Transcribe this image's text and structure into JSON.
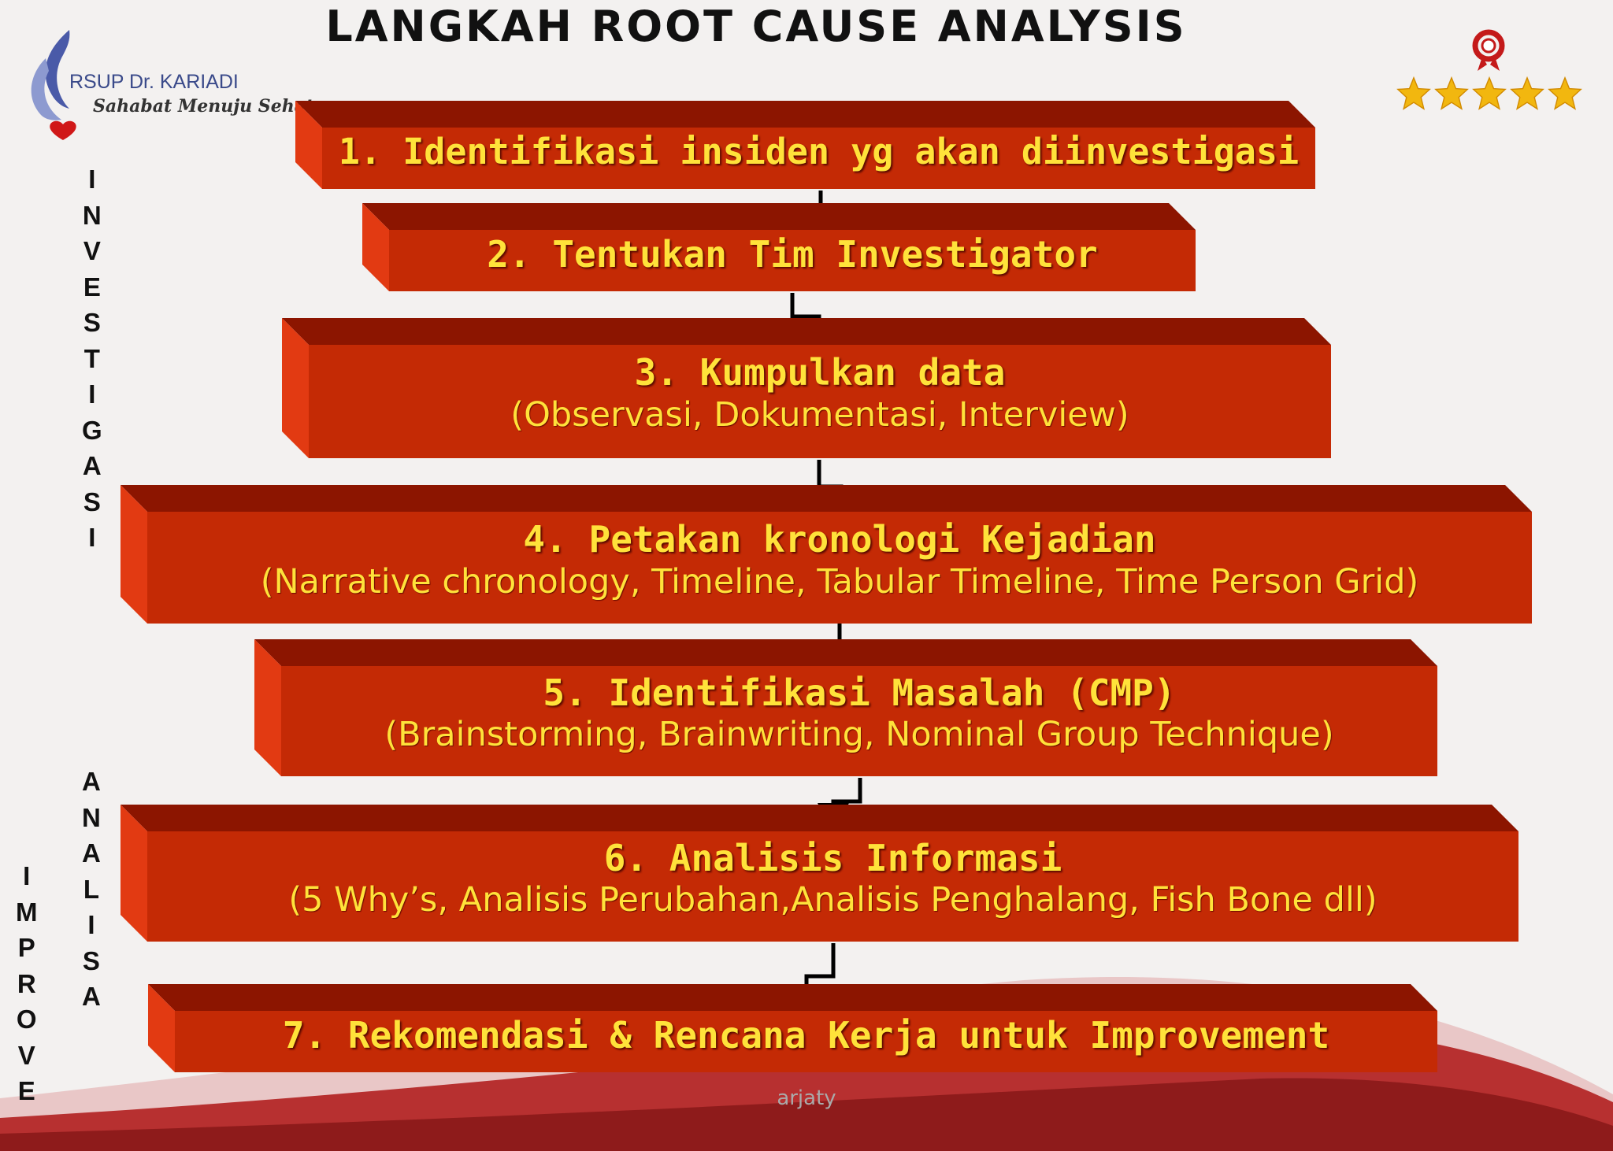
{
  "title": "LANGKAH  ROOT CAUSE ANALYSIS",
  "logo": {
    "name": "RSUP Dr. KARIADI",
    "tagline": "Sahabat Menuju Sehat"
  },
  "rating_stars": 5,
  "side_labels": {
    "investigasi": "INVESTIGASI",
    "analisa": "ANALISA",
    "improve": "IMPROVE"
  },
  "steps": [
    {
      "title": "1. Identifikasi insiden yg akan diinvestigasi",
      "subtitle": ""
    },
    {
      "title": "2. Tentukan Tim Investigator",
      "subtitle": ""
    },
    {
      "title": "3. Kumpulkan data",
      "subtitle": "(Observasi, Dokumentasi, Interview)"
    },
    {
      "title": "4. Petakan kronologi Kejadian",
      "subtitle": "(Narrative chronology, Timeline, Tabular Timeline,  Time Person Grid)"
    },
    {
      "title": "5. Identifikasi Masalah (CMP)",
      "subtitle": "(Brainstorming, Brainwriting, Nominal Group Technique)"
    },
    {
      "title": "6. Analisis Informasi",
      "subtitle": "(5 Why’s, Analisis Perubahan,Analisis Penghalang, Fish Bone dll)"
    },
    {
      "title": "7. Rekomendasi & Rencana Kerja untuk Improvement",
      "subtitle": ""
    }
  ],
  "footer": "arjaty",
  "colors": {
    "box_front": "#c42a05",
    "box_top": "#8c1500",
    "box_side": "#e23a12",
    "text": "#ffe23a",
    "wave": "#b73030"
  }
}
